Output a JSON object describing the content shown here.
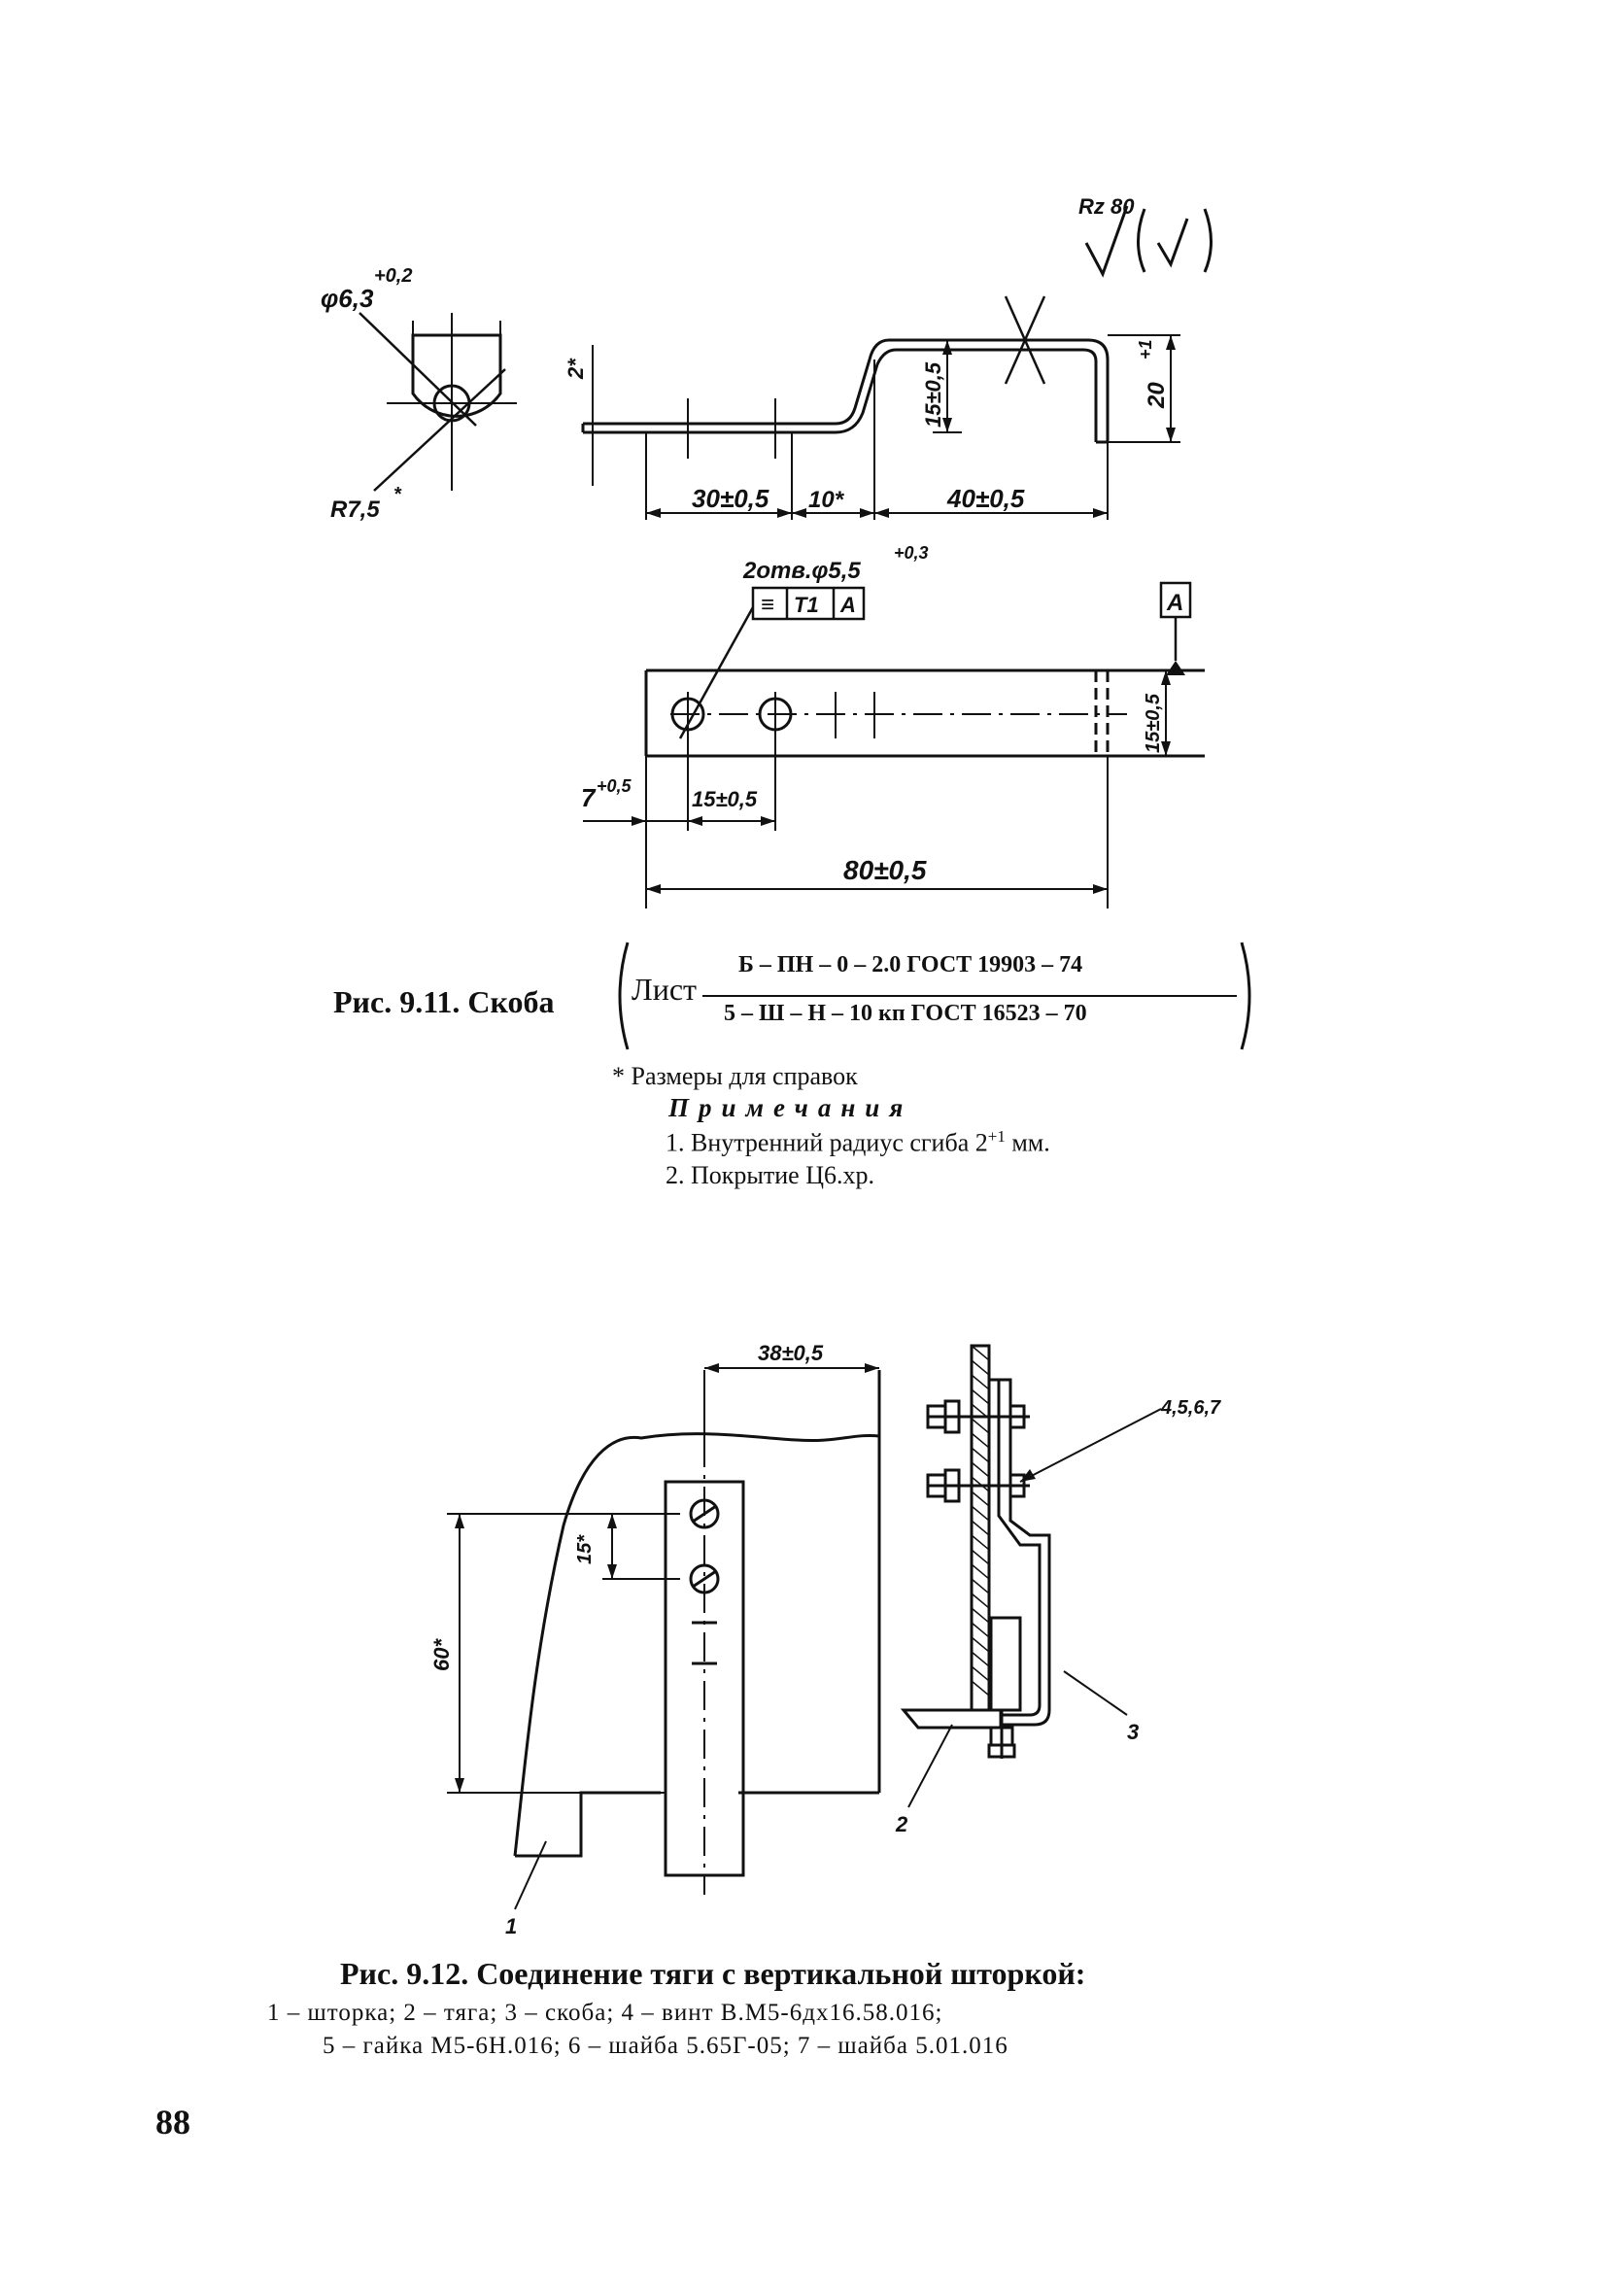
{
  "fig911": {
    "roughness": {
      "symbol": "Rz 80",
      "paren": "(√)"
    },
    "dims": {
      "hole_dia": "φ6,3",
      "hole_dia_tol": "+0,2",
      "radius": "R7,5",
      "radius_mark": "*",
      "step_h": "2*",
      "d30": "30±0,5",
      "d10": "10*",
      "d40": "40±0,5",
      "d15v": "15±0,5",
      "d20v": "20",
      "d20v_tol": "+1",
      "holes": "2отв.φ5,5",
      "holes_tol": "+0,3",
      "frame": [
        "≡",
        "T1",
        "A"
      ],
      "datum": "A",
      "d15b": "15±0,5",
      "d7": "7",
      "d7_tol": "+0,5",
      "d15c": "15±0,5",
      "d80": "80±0,5"
    },
    "caption": {
      "label": "Рис. 9.11. Скоба",
      "material_word": "Лист",
      "numerator": "Б – ПН – 0 – 2.0  ГОСТ 19903 – 74",
      "denominator": "5 – Ш – Н – 10 кп  ГОСТ 16523 – 70"
    },
    "notes": {
      "reference": "* Размеры для справок",
      "title": "Примечания",
      "items": [
        {
          "pre": "1. Внутренний радиус сгиба 2",
          "sup": "+1",
          "post": " мм."
        },
        {
          "pre": "2. Покрытие Ц6.хр.",
          "sup": "",
          "post": ""
        }
      ]
    }
  },
  "fig912": {
    "dims": {
      "width": "38±0,5",
      "pitch": "15*",
      "height": "60*"
    },
    "callouts": {
      "c4567": "4,5,6,7",
      "c1": "1",
      "c2": "2",
      "c3": "3"
    },
    "caption": {
      "title": "Рис. 9.12. Соединение тяги с вертикальной шторкой:",
      "line1": "1 – шторка; 2 – тяга; 3 – скоба; 4 – винт В.М5-6дх16.58.016;",
      "line2": "5 – гайка М5-6Н.016; 6 – шайба 5.65Г-05; 7 – шайба 5.01.016"
    }
  },
  "page_number": "88"
}
